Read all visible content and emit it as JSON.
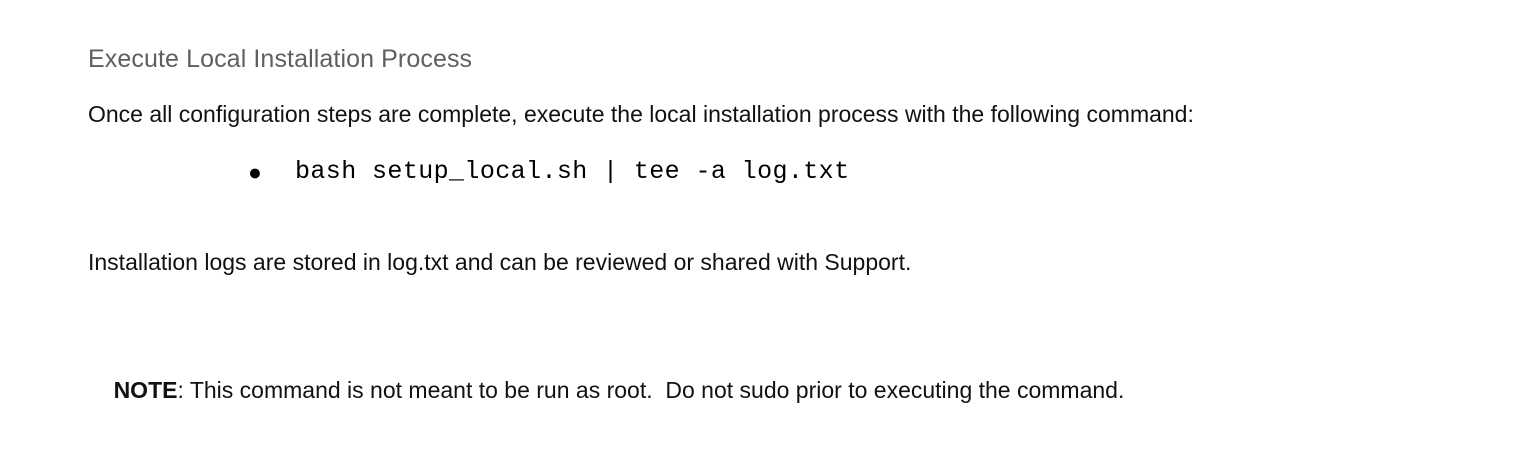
{
  "document": {
    "heading": "Execute Local Installation Process",
    "intro_paragraph": "Once all configuration steps are complete, execute the local installation process with the following command:",
    "command_list": [
      {
        "bullet": "●",
        "command": "bash setup_local.sh | tee -a log.txt"
      }
    ],
    "logs_paragraph": "Installation logs are stored in log.txt and can be reviewed or shared with Support.",
    "note": {
      "label": "NOTE",
      "separator": ": ",
      "text": "This command is not meant to be run as root.  Do not sudo prior to executing the command."
    }
  },
  "colors": {
    "background": "#ffffff",
    "heading_text": "#5f5f5f",
    "body_text": "#111111"
  }
}
